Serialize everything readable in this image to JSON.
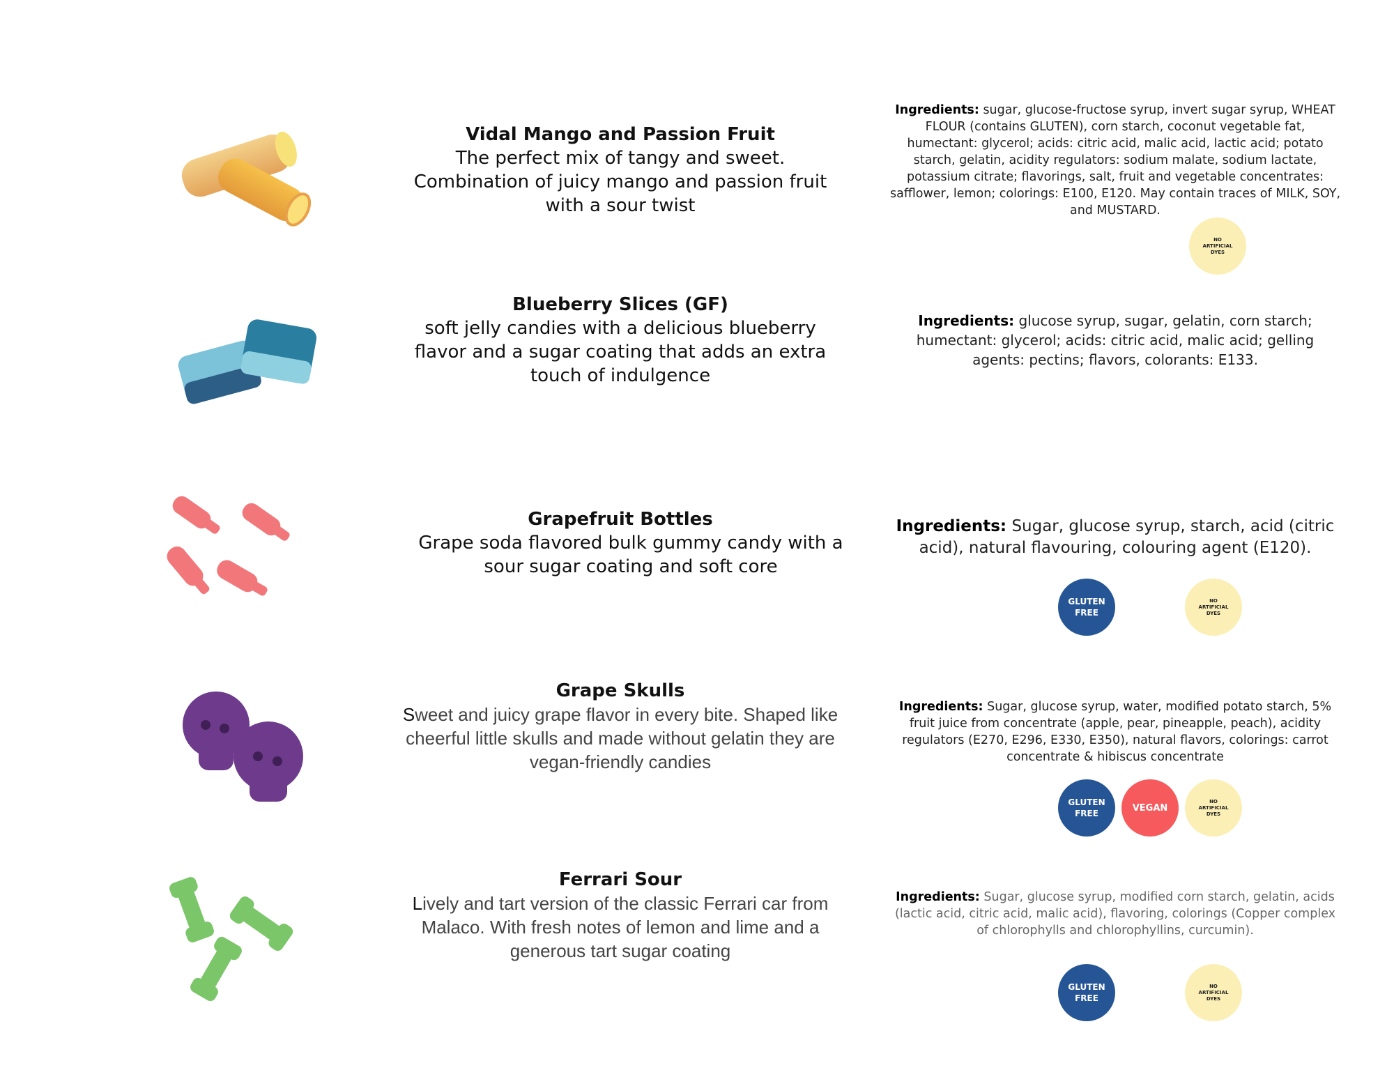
{
  "products": [
    {
      "name": "Vidal Mango and Passion Fruit",
      "description": "The perfect mix of tangy and sweet. Combination of juicy mango and passion fruit with a sour twist",
      "ingredients_label": "Ingredients:",
      "ingredients": "sugar, glucose-fructose syrup, invert sugar syrup, WHEAT FLOUR (contains GLUTEN), corn starch, coconut vegetable fat, humectant: glycerol; acids: citric acid, malic acid, lactic acid; potato starch, gelatin, acidity regulators: sodium malate, sodium lactate, potassium citrate; flavorings, salt, fruit and vegetable concentrates: safflower, lemon; colorings: E100, E120. May contain traces of MILK, SOY, and MUSTARD."
    },
    {
      "name": "Blueberry Slices (GF)",
      "description": "soft jelly candies with a delicious blueberry flavor and a sugar coating that adds an extra touch of indulgence",
      "ingredients_label": "Ingredients:",
      "ingredients": "glucose syrup, sugar, gelatin, corn starch; humectant: glycerol; acids: citric acid, malic acid; gelling agents: pectins; flavors, colorants: E133."
    },
    {
      "name": "Grapefruit Bottles",
      "description": "Grape soda flavored bulk gummy candy with a sour sugar coating and soft core",
      "ingredients_label": "Ingredients:",
      "ingredients": "Sugar, glucose syrup, starch, acid (citric acid), natural flavouring, colouring agent (E120)."
    },
    {
      "name": "Grape Skulls",
      "description_first": "S",
      "description": "weet and juicy grape flavor in every bite. Shaped like cheerful little skulls and made without gelatin they are vegan-friendly candies",
      "ingredients_label": "Ingredients:",
      "ingredients": "Sugar, glucose syrup, water, modified potato starch, 5% fruit juice from concentrate (apple, pear, pineapple, peach), acidity regulators (E270, E296, E330, E350), natural flavors, colorings: carrot concentrate & hibiscus concentrate"
    },
    {
      "name": "Ferrari Sour",
      "description_first": "L",
      "description": "ively and tart version of the classic Ferrari car from Malaco. With fresh notes of lemon and lime and a generous tart sugar coating",
      "ingredients_label": "Ingredients:",
      "ingredients": "Sugar, glucose syrup, modified corn starch, gelatin, acids (lactic acid, citric acid, malic acid), flavoring, colorings (Copper complex of chlorophylls and chlorophyllins, curcumin)."
    }
  ],
  "badges": {
    "gluten_free": "GLUTEN\nFREE",
    "vegan": "VEGAN",
    "no_artificial_dyes": "NO\nARTIFICIAL\nDYES"
  },
  "colors": {
    "gluten_free": "#265596",
    "vegan": "#f65a5c",
    "no_artificial_dyes": "#fbefb5"
  }
}
